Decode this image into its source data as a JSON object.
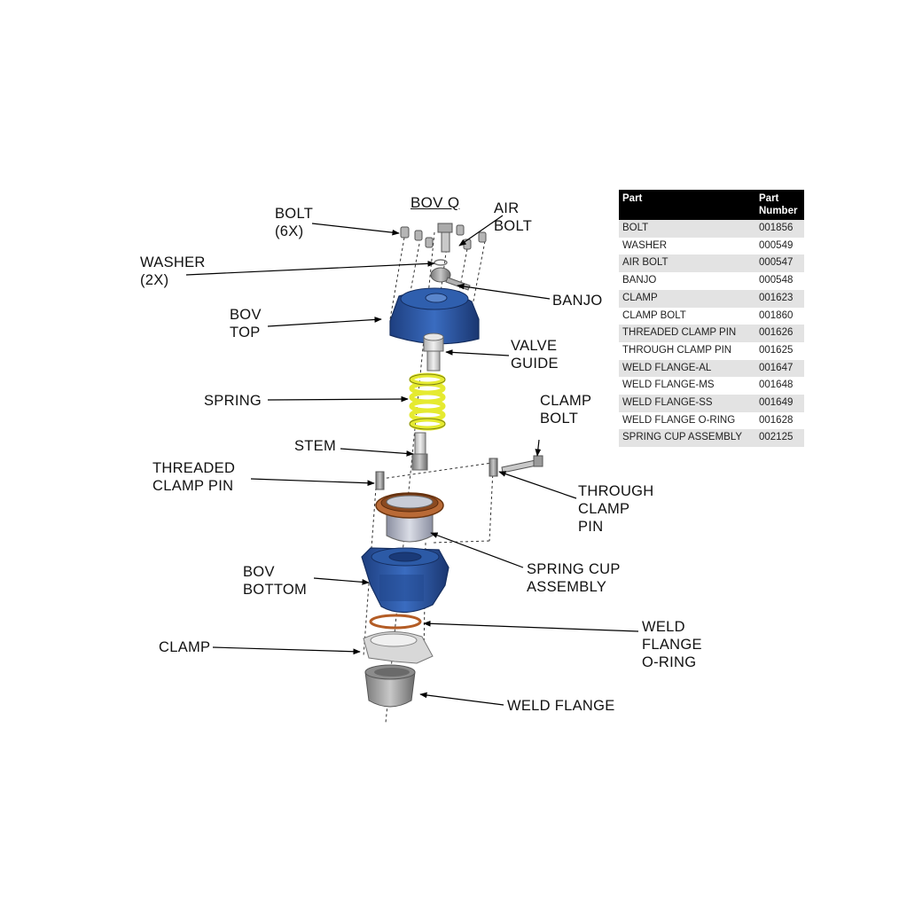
{
  "diagram": {
    "title": "BOV Q",
    "labels": {
      "bolt": [
        "BOLT",
        "(6X)"
      ],
      "air_bolt": [
        "AIR",
        "BOLT"
      ],
      "washer": [
        "WASHER",
        "(2X)"
      ],
      "banjo": [
        "BANJO"
      ],
      "bov_top": [
        "BOV",
        "TOP"
      ],
      "valve_guide": [
        "VALVE",
        "GUIDE"
      ],
      "spring": [
        "SPRING"
      ],
      "clamp_bolt": [
        "CLAMP",
        "BOLT"
      ],
      "stem": [
        "STEM"
      ],
      "threaded_clamp_pin": [
        "THREADED",
        "CLAMP PIN"
      ],
      "through_clamp_pin": [
        "THROUGH",
        "CLAMP",
        "PIN"
      ],
      "spring_cup_assembly": [
        "SPRING CUP",
        "ASSEMBLY"
      ],
      "bov_bottom": [
        "BOV",
        "BOTTOM"
      ],
      "weld_flange_oring": [
        "WELD",
        "FLANGE",
        "O-RING"
      ],
      "clamp": [
        "CLAMP"
      ],
      "weld_flange": [
        "WELD FLANGE"
      ]
    }
  },
  "table": {
    "headers": {
      "part": "Part",
      "part_number": [
        "Part",
        "Number"
      ]
    },
    "rows": [
      {
        "part": "BOLT",
        "number": "001856"
      },
      {
        "part": "WASHER",
        "number": "000549"
      },
      {
        "part": "AIR BOLT",
        "number": "000547"
      },
      {
        "part": "BANJO",
        "number": "000548"
      },
      {
        "part": "CLAMP",
        "number": "001623"
      },
      {
        "part": "CLAMP BOLT",
        "number": "001860"
      },
      {
        "part": "THREADED CLAMP PIN",
        "number": "001626"
      },
      {
        "part": "THROUGH CLAMP PIN",
        "number": "001625"
      },
      {
        "part": "WELD FLANGE-AL",
        "number": "001647"
      },
      {
        "part": "WELD FLANGE-MS",
        "number": "001648"
      },
      {
        "part": "WELD FLANGE-SS",
        "number": "001649"
      },
      {
        "part": "WELD FLANGE O-RING",
        "number": "001628"
      },
      {
        "part": "SPRING CUP ASSEMBLY",
        "number": "002125"
      }
    ]
  },
  "colors": {
    "blue_body": "#2a55a0",
    "blue_dark": "#1a3a78",
    "spring_yellow": "#e8ec3a",
    "copper": "#a0562a",
    "gray_metal": "#9a9a9a",
    "table_header": "#000000",
    "table_stripe": "#e3e3e3"
  }
}
